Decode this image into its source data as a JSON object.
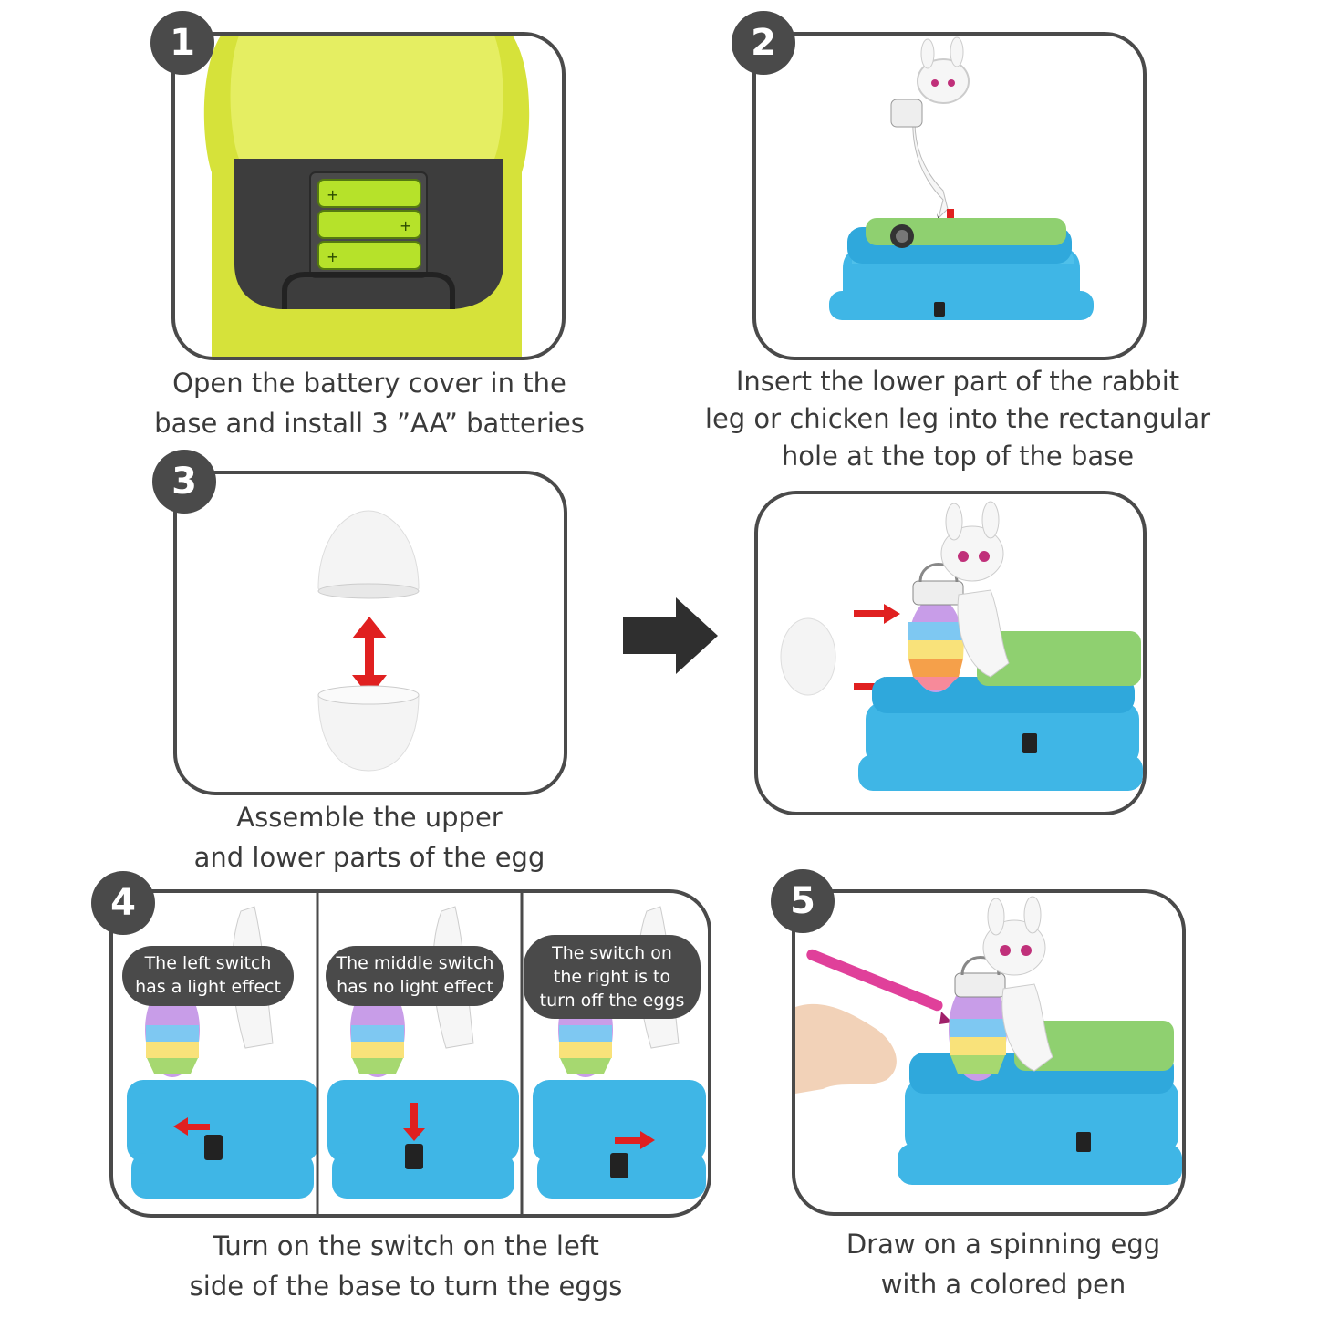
{
  "steps": [
    {
      "number": "1",
      "lines": [
        "Open the battery cover in the",
        "base and install 3 ”AA” batteries"
      ]
    },
    {
      "number": "2",
      "lines": [
        "Insert the lower part of the rabbit",
        "leg or chicken leg into the rectangular",
        "hole at the top of the base"
      ]
    },
    {
      "number": "3",
      "lines": [
        "Assemble the upper",
        "and lower parts of the egg"
      ]
    },
    {
      "number": "4",
      "lines": [
        "Turn on the switch on the left",
        "side of the base to turn the eggs"
      ],
      "labels": [
        [
          "The left switch",
          "has a light effect"
        ],
        [
          "The middle switch",
          "has no light effect"
        ],
        [
          "The switch on",
          "the right is to",
          "turn off the eggs"
        ]
      ]
    },
    {
      "number": "5",
      "lines": [
        "Draw on a spinning egg",
        "with a colored pen"
      ]
    }
  ],
  "colors": {
    "frame": "#4a4a4a",
    "base_blue": "#3fb6e6",
    "arrow_red": "#e02020",
    "battery_green": "#b6e22a",
    "tray_yellow": "#d6e23a"
  }
}
